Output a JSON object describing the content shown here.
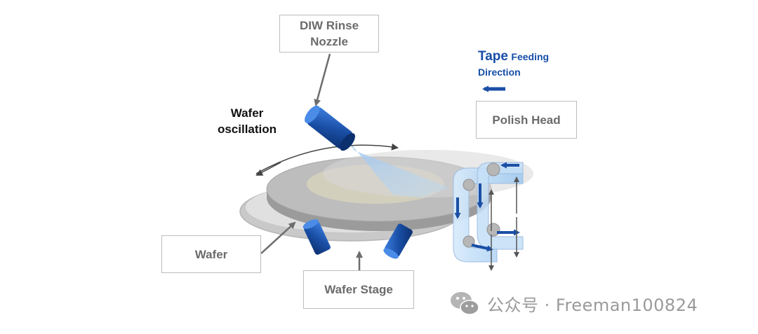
{
  "labels": {
    "diw_nozzle": "DIW Rinse\nNozzle",
    "tape_main": "Tape",
    "tape_feeding": "Feeding",
    "tape_direction": "Direction",
    "polish_head": "Polish Head",
    "wafer_oscillation": "Wafer\noscillation",
    "wafer": "Wafer",
    "wafer_stage": "Wafer Stage"
  },
  "watermark": {
    "text": "公众号 · Freeman100824",
    "icon": "wechat-logo-icon"
  },
  "colors": {
    "nozzle_blue": "#1a4fa6",
    "text_blue": "#174ea6",
    "box_border": "#bdbdbd",
    "box_text": "#6b6b6b"
  }
}
